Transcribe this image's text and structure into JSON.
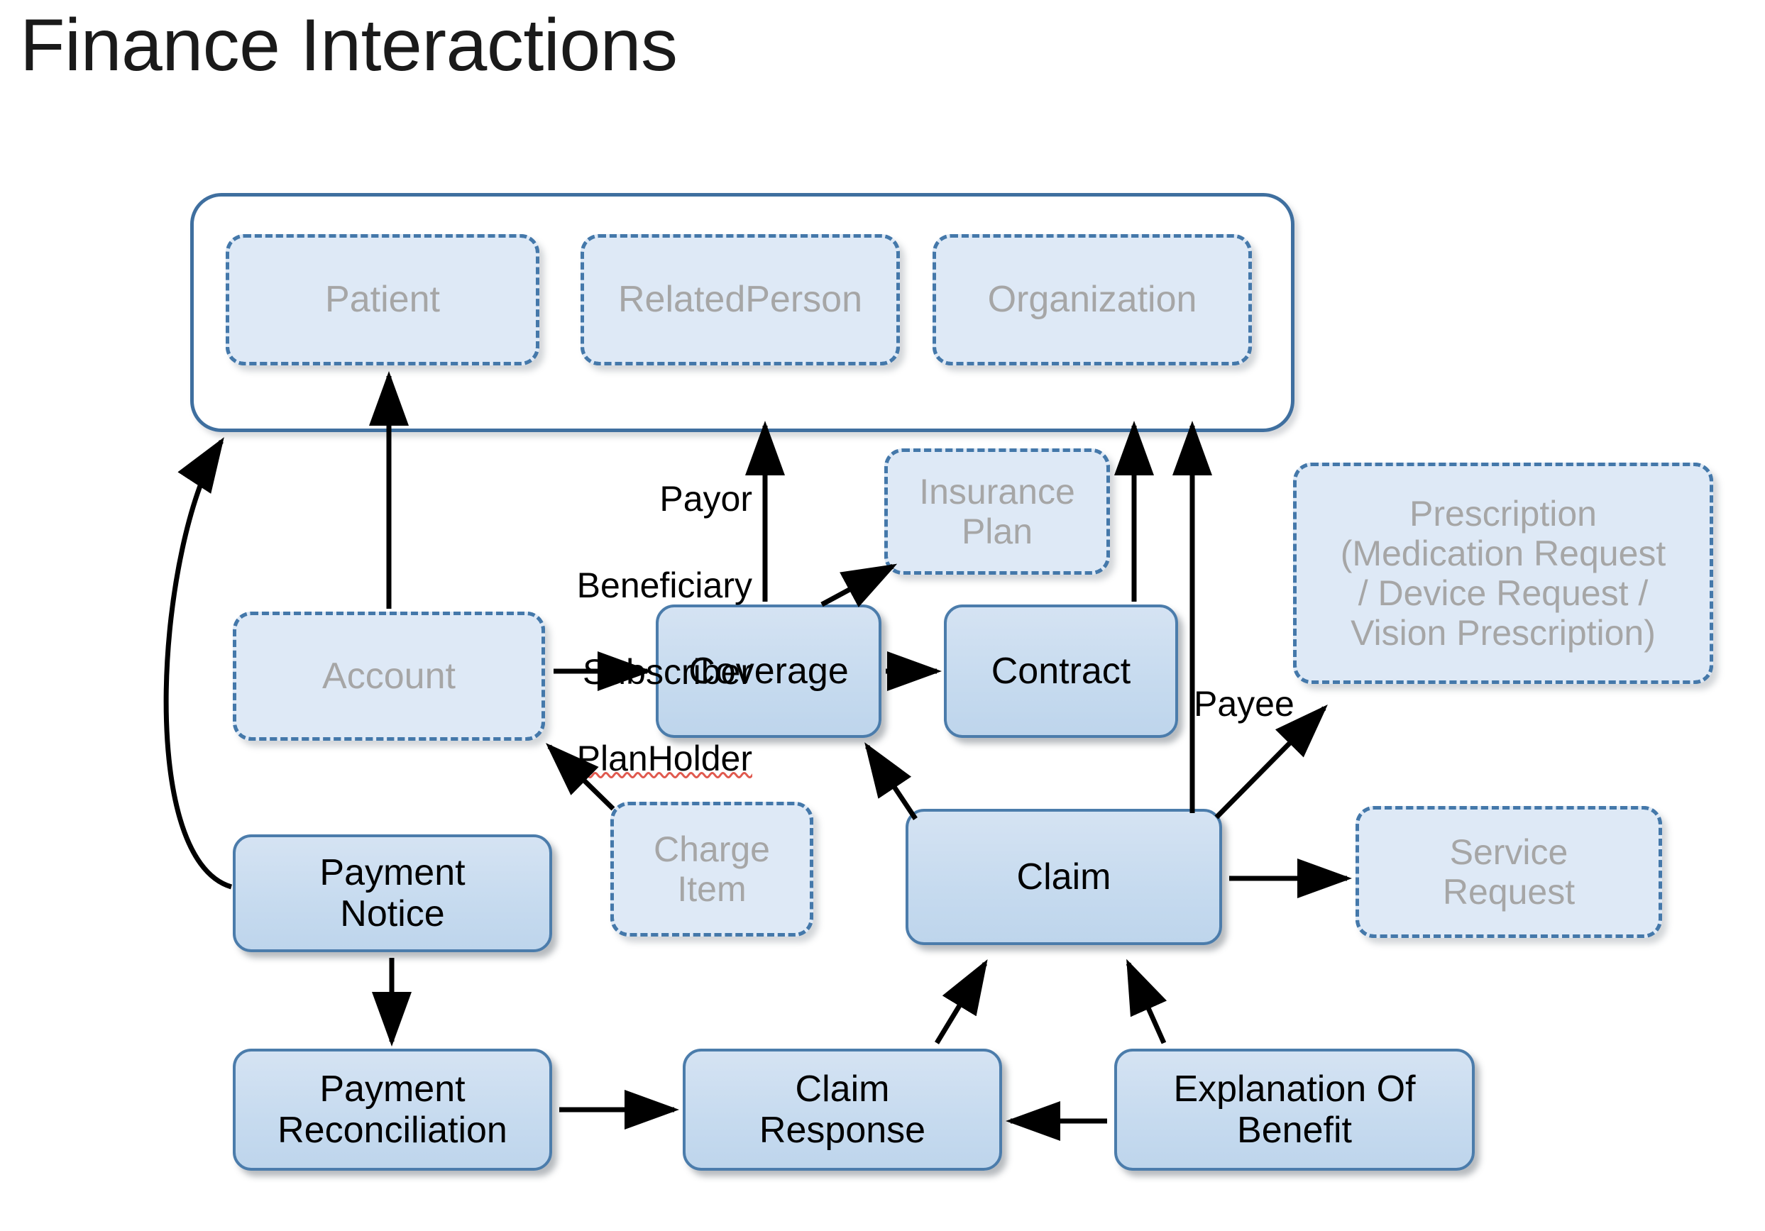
{
  "page": {
    "title": "Finance Interactions",
    "background": "#ffffff"
  },
  "colors": {
    "solid_fill": "#c9dcef",
    "solid_border": "#4b7cab",
    "ghost_fill": "#dee9f6",
    "ghost_border": "#4478aa",
    "ghost_text": "#a6a6a6",
    "solid_text": "#000000",
    "group_border": "#3f6f9f",
    "arrow": "#000000"
  },
  "group": {
    "name": "actors-group",
    "members": [
      "Patient",
      "RelatedPerson",
      "Organization"
    ]
  },
  "nodes": [
    {
      "id": "patient",
      "label": "Patient",
      "style": "ghost"
    },
    {
      "id": "relatedperson",
      "label": "RelatedPerson",
      "style": "ghost"
    },
    {
      "id": "organization",
      "label": "Organization",
      "style": "ghost"
    },
    {
      "id": "account",
      "label": "Account",
      "style": "ghost"
    },
    {
      "id": "coverage",
      "label": "Coverage",
      "style": "solid"
    },
    {
      "id": "insuranceplan",
      "label": "Insurance\nPlan",
      "style": "ghost"
    },
    {
      "id": "contract",
      "label": "Contract",
      "style": "solid"
    },
    {
      "id": "prescription",
      "label": "Prescription\n(Medication Request\n/ Device Request /\nVision Prescription)",
      "style": "ghost"
    },
    {
      "id": "chargeitem",
      "label": "Charge\nItem",
      "style": "ghost"
    },
    {
      "id": "claim",
      "label": "Claim",
      "style": "solid"
    },
    {
      "id": "servicerequest",
      "label": "Service\nRequest",
      "style": "ghost"
    },
    {
      "id": "paymentnotice",
      "label": "Payment\nNotice",
      "style": "solid"
    },
    {
      "id": "paymentrecon",
      "label": "Payment\nReconciliation",
      "style": "solid"
    },
    {
      "id": "claimresponse",
      "label": "Claim\nResponse",
      "style": "solid"
    },
    {
      "id": "eob",
      "label": "Explanation Of\nBenefit",
      "style": "solid"
    }
  ],
  "edge_labels": {
    "coverage_roles": "Payor\nBeneficiary\nSubscriber\nPlanHolder",
    "claim_payee": "Payee"
  },
  "edges": [
    {
      "from": "account",
      "to": "patient",
      "label": ""
    },
    {
      "from": "account",
      "to": "coverage",
      "label": ""
    },
    {
      "from": "coverage",
      "to": "relatedperson",
      "label": "Payor Beneficiary Subscriber PlanHolder"
    },
    {
      "from": "coverage",
      "to": "insuranceplan",
      "label": ""
    },
    {
      "from": "coverage",
      "to": "contract",
      "label": ""
    },
    {
      "from": "chargeitem",
      "to": "account",
      "label": ""
    },
    {
      "from": "contract",
      "to": "organization",
      "label": ""
    },
    {
      "from": "claim",
      "to": "organization",
      "label": ""
    },
    {
      "from": "claim",
      "to": "coverage",
      "label": ""
    },
    {
      "from": "claim",
      "to": "prescription",
      "label": "Payee"
    },
    {
      "from": "claim",
      "to": "servicerequest",
      "label": ""
    },
    {
      "from": "paymentnotice",
      "to": "patient",
      "label": ""
    },
    {
      "from": "paymentnotice",
      "to": "paymentrecon",
      "label": ""
    },
    {
      "from": "paymentrecon",
      "to": "claimresponse",
      "label": ""
    },
    {
      "from": "claimresponse",
      "to": "claim",
      "label": ""
    },
    {
      "from": "eob",
      "to": "claimresponse",
      "label": ""
    },
    {
      "from": "eob",
      "to": "claim",
      "label": ""
    }
  ]
}
